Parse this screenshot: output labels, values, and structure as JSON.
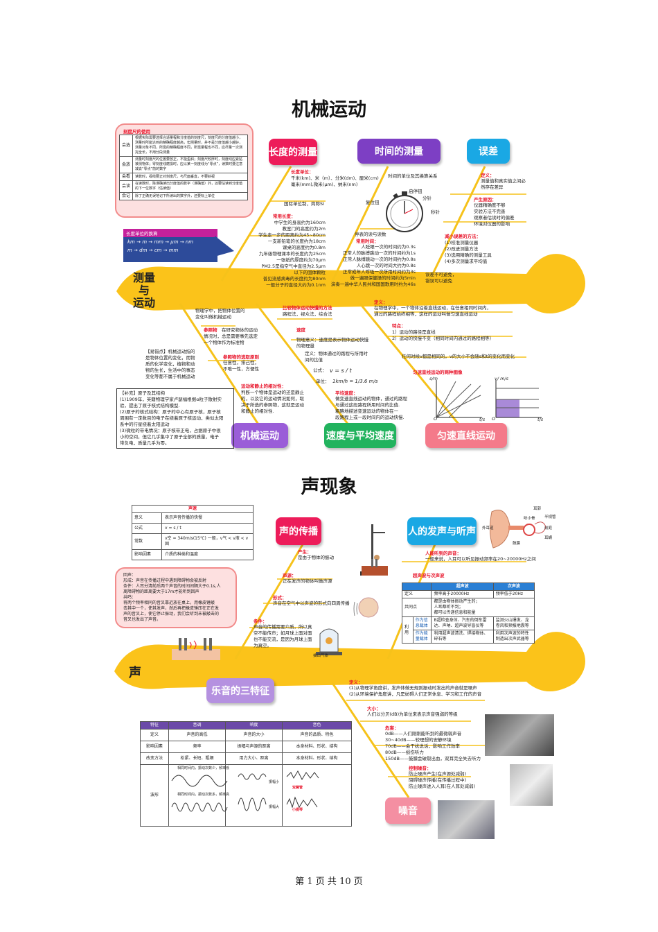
{
  "title1": "机械运动",
  "title2": "声现象",
  "footer": "第 1 页 共 10 页",
  "mech": {
    "head": "测量\n与\n运动",
    "boxes": {
      "length": "长度的测量",
      "time": "时间的测量",
      "error": "误差",
      "motion": "机械运动",
      "speed": "速度与平均速度",
      "uniform": "匀速直线运动"
    },
    "ruler_title": "刻度尺的使用",
    "ruler_rows": [
      [
        "会选",
        "根据实际需要选择合适量程和分度值的刻度尺，刻度尺的分度值越小，测量时所能达到的精确程度越高，但测量时，并不是分度值越小越好，测量对象不同，所需的精确程度不同，所需量程也不同，应尽量一次测完全长，不用分段测量"
      ],
      [
        "会放",
        "测量时刻度尺的位置要放正，不能歪斜；刻度尺较厚时，刻度线应紧贴被测物体；零刻度线磨损时，应以某一刻度线为“零点”，读数时要注意减去“零点”前的数字"
      ],
      [
        "会看",
        "读数时，视线要正对刻度尺，与尺面垂直，不要斜视"
      ],
      [
        "会读",
        "在读数时，除准确读出分度值的数字（准确值）外，还要估读到分度值的下一位数字（估读值）"
      ],
      [
        "会记",
        "除了正确无误地记下所读出的数字外，还要标上单位"
      ]
    ],
    "unit_conv_title": "长度单位的换算",
    "unit_conv_row1": "km  →  m  →  mm  →  μm  →  nm",
    "unit_conv_row2": "m  →  dm  →  cm  →  mm",
    "length_units_label": "长度单位：",
    "length_units": "千米(km)、米（m）、分米(dm)、厘米(cm)\n毫米(mm),微米(μm)、纳米(nm)",
    "si_unit": "国际单位制，简称SI",
    "common_len_label": "常用长度：",
    "common_len": "中学生的身高约为160cm\n教室门的高度约为2m\n学生走一步的距离约为45~80cm\n一支新铅笔的长度约为18cm\n课桌的高度约为0.8m\n九年级物理课本的长度约为25cm\n一张纸的厚度约为70μm\nPM2.5是指空气中直径为2.5μm\n以下的固体颗粒\n普见流感病毒的长度约为80nm\n一般分子的直径大约为0.1nm",
    "time_units": "时间的单位及其换算关系",
    "stopwatch_labels": [
      "复位钮",
      "启停钮",
      "分针",
      "秒针"
    ],
    "stopwatch_note": "停表的读与读数",
    "common_time_label": "常用时间：",
    "common_time": "人眨眼一次的时间约为0.3s\n正常人的脉搏跳动一次的时间约为1s\n正常人脉搏跳动一次的时间约为0.8s\n人心跳一次的时间大约为0.8s\n正常成年人呼吸一次所用时间约为3s\n做一遍眼保健操的时间约为5min\n演奏一遍中华人民共和国国歌用时约为46s",
    "err_def_label": "定义：",
    "err_def": "测量值和真实值之间必\n然存在差异",
    "err_cause_label": "产生原因：",
    "err_cause": "仪器精确度不够\n实验方法不完善\n观察者估读时的偏差\n环境对仪器的影响",
    "err_reduce_label": "减小误差的方法：",
    "err_reduce": "(1)校准测量仪器\n(2)改进测量方法\n(3)选用精确的测量工具\n(4)多次测量求平均值",
    "err_note": "误差不可避免，\n错误可以避免",
    "motion_def": "物理学中，把物体位置的\n变化叫做机械运动",
    "ref_label": "参照物",
    "ref_text": "在研究物体的运动\n情况时，总是需要事先选定\n一个物体作为标准物",
    "key_point": "【易错点】机械运动指的\n是物体位置的变化，而物\n质的化学变化，植物和动\n物的生长，生活中的事态\n变化等都不属于机械运动",
    "ref_principle_label": "参照物的选取原则",
    "ref_principle": "任意性，排己性，\n不唯一性，方便性",
    "supplement": "【补充】原子及其结构\n(1)1909年，英籍物理学家卢瑟福根据α粒子散射实\n验，提出了原子核式结构模型.\n(2)原子的核式结构：原子的中心有原子核，原子核\n周围有一定数目的电子在绕着原子核运动，类似太阳\n系中的行星绕着太阳运动\n(3)微粒的带电情况：原子核带正电，占据原子中很\n小的空间，但它几乎集中了原子全部的质量，电子\n带负电，质量几乎为零。",
    "relative_label": "运动和静止的相对性：",
    "relative": "判断一个物体是运动的还是静止\n的，以及它的运动情况如何，取\n决于所选的参照物，这就是运动\n和静止的相对性.",
    "compare_label": "比较物体运动快慢的方法",
    "compare": "路程法，视众法，综合法",
    "speed_label": "速度",
    "speed_def": "物理意义：速度是表示物体运动快慢\n的物理量",
    "speed_formula_def": "定义：物体通过的路程与所用时\n间的比值",
    "formula_label": "公式：",
    "formula": "v = s / t",
    "unit_label": "单位：",
    "unit_conv": "1km/h = 1/3.6 m/s",
    "avg_label": "平均速度：",
    "avg": "做变速直线运动的物体，通过的路程\n与通过这段路程所用时间的比值.\n粗略地描述变速运动的物体在一\n段路程上或一段时间内的运动快慢.",
    "uni_def_label": "定义：",
    "uni_def": "在物理学中，一个物体沿着直线运动，在任意相同时间内，\n通过的路程始终相等，这样的运动叫做匀速直线运动",
    "feature_label": "特点：",
    "feature": "1）运动的路径是直线\n2）运动的快慢不变（相同时间内通过的路程相等）",
    "uni_note": "任何时候v都是相同的，v的大小不会随s和t的变化而变化",
    "graph_label": "匀速直线运动的两种图像",
    "graph1_ylabel": "s/m",
    "graph1_xlabel": "t/s",
    "graph2_ylabel": "v/ m/s",
    "graph2_xlabel": "t/s",
    "graph_origin": "O"
  },
  "sound": {
    "head": "声",
    "boxes": {
      "propagation": "声的传播",
      "hearing": "人的发声与听声",
      "features": "乐音的三特征",
      "noise": "噪音"
    },
    "speed_table_title": "声速",
    "speed_table": [
      [
        "意义",
        "表示声音传播的快慢"
      ],
      [
        "公式",
        "v = s / t"
      ],
      [
        "常数",
        "v空 = 340m/s(15℃)  一般，v气 < v液 < v固"
      ],
      [
        "影响因素",
        "介质的种类和温度"
      ]
    ],
    "echo": "回声：\n形成：声音在传播过程中遇到障碍物会被反射\n条件：人耳分清前后两个声音的时间间隔大于0.1s,人\n离障碍物的距离要大于17m才能听到回声\n共鸣：\n将两个频率相同的音叉靠近放在桌上，用橡皮锤敲\n击其中一个，使其发声，然后再把橡皮锤压在正在发\n声的音叉上，使它停止振动，我们会听到未被敲击的\n音叉也发出了声音。",
    "produce_label": "产生：",
    "produce": "是由于物体的振动",
    "source_label": "声源：",
    "source": "正在发声的物体叫做声源",
    "form_label": "形式：",
    "form": "声音在空气中以声波的形式向四周传播",
    "cond_label": "条件：",
    "cond": "声音的传播需要介质，所以真\n空不能传声；如月球上面对面\n也不能交流，是因为月球上面\n为真空。",
    "vacuum_label": "抽出气体",
    "ear_labels": [
      "耳郭",
      "外耳道",
      "鼓膜",
      "听小骨",
      "半规管",
      "前庭",
      "耳蜗"
    ],
    "hearing_label": "人能听到的声音：",
    "hearing": "一般来说，人耳可以听见振动频率在20~20000Hz之间",
    "us_label": "超声波与次声波",
    "us_table": {
      "header": [
        "",
        "超声波",
        "次声波"
      ],
      "rows": [
        [
          "定义",
          "频率高于20000Hz",
          "频率低于20Hz"
        ],
        [
          "共同点",
          "都是由物体振动产生的；\n人耳都听不到；\n都可以传递信息和能量"
        ],
        [
          "利用",
          "作为信息载体",
          "B超检查身体、汽车的倒车雷达、声呐、超声波导盲仪等",
          "监测火山爆发、龙卷风和预报地震等"
        ],
        [
          "",
          "作为能量载体",
          "利用超声波清洗、焊接物体、碎石等",
          "利用次声波的特性制造出次声武器等"
        ]
      ]
    },
    "noise_def_label": "定义：",
    "noise_def": "(1)从物理学角度讲，发声体做无规则振动时发出的声音就是噪声\n(2)从环境保护角度讲，凡是妨碍人们正常休息、学习和工作的声音",
    "size_label": "大小：",
    "size": "人们以分贝(dB)为单位来表示声音强弱的等级",
    "harm_label": "危害：",
    "harm": "0dB——人们刚刚能听到的最微弱声音\n30~40dB——较理想的安静环境\n70dB——会干扰说话，影响工作效率\n80dB——损伤听力\n150dB——鼓膜会破裂出血，双耳完全失去听力",
    "control_label": "控制噪音：",
    "control": "防止噪声产生(在声源处减弱)\n阻碍噪声传播(在传播过程中)\n防止噪声进入人耳(在人耳处减弱)",
    "feat_table": {
      "header": [
        "特征",
        "音调",
        "响度",
        "音色"
      ],
      "rows": [
        [
          "定义",
          "声音的高低",
          "声音的大小",
          "声音的品质、特色"
        ],
        [
          "影响因素",
          "频率",
          "振幅与声源的距离",
          "本身材料、形状、结构"
        ],
        [
          "改变方法",
          "松紧、长短、粗细",
          "用力大小、距离",
          "本身材料、形状、结构"
        ],
        [
          "波形",
          "",
          "",
          ""
        ]
      ]
    },
    "wave_labels": {
      "w1": "相同时间内，振动次数少，频率低",
      "w2": "相同时间内，振动次数多，频率高",
      "w3a": "振幅小",
      "w3b": "振幅大",
      "w4a": "双簧管",
      "w4b": "小提琴"
    }
  }
}
